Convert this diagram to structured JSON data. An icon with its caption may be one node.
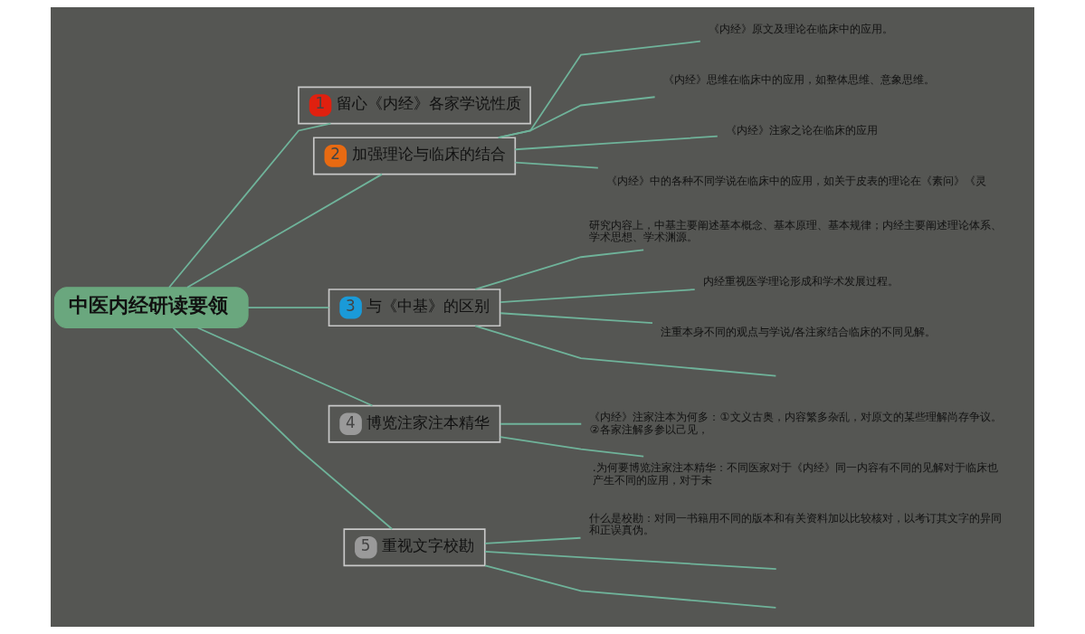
{
  "diagram": {
    "nodes": [
      {
        "text": [
          "中医内经研读要领"
        ]
      },
      {
        "text": [
          "1",
          "留心《内经》各家学说性质"
        ]
      },
      {
        "text": [
          "2",
          "加强理论与临床的结合"
        ]
      },
      {
        "text": [
          "《内经》原文及理论在临床中的应用。"
        ]
      },
      {
        "text": [
          "《内经》思维在临床中的应用，如整体思维、意象思维。"
        ]
      },
      {
        "text": [
          "《内经》注家之论在临床的应用"
        ]
      },
      {
        "text": [
          "《内经》中的各种不同学说在临床中的应用，如关于皮表的理论在《素问》《灵"
        ]
      },
      {
        "text": [
          "3",
          "与《中基》的区别"
        ]
      },
      {
        "text": [
          "研究内容上，中基主要阐述基本概念、基本原理、基本规律；内经主要阐述理论体系、学术思想、学术渊源。"
        ]
      },
      {
        "text": [
          "内经重视医学理论形成和学术发展过程。"
        ]
      },
      {
        "text": [
          "注重本身不同的观点与学说/各注家结合临床的不同见解。"
        ]
      },
      {
        "text": [
          "4",
          "博览注家注本精华"
        ]
      },
      {
        "text": [
          "《内经》注家注本为何多：①文义古奥，内容繁多杂乱，对原文的某些理解尚存争议。②各家注解多参以己见，"
        ]
      },
      {
        "text": [
          ".为何要博览注家注本精华：不同医家对于《内经》同一内容有不同的见解对于临床也产生不同的应用，对于未"
        ]
      },
      {
        "text": [
          "5",
          "重视文字校勘"
        ]
      },
      {
        "text": [
          "什么是校勘：对同一书籍用不同的版本和有关资料加以比较核对，以考订其文字的异同和正误真伪。"
        ]
      }
    ],
    "edges": [
      {
        "from": 0,
        "to": 1,
        "arrow": "none"
      },
      {
        "from": 0,
        "to": 2,
        "arrow": "none"
      },
      {
        "from": 2,
        "to": 3,
        "arrow": "none"
      },
      {
        "from": 2,
        "to": 4,
        "arrow": "none"
      },
      {
        "from": 2,
        "to": 5,
        "arrow": "none"
      },
      {
        "from": 2,
        "to": 6,
        "arrow": "none"
      },
      {
        "from": 0,
        "to": 7,
        "arrow": "none"
      },
      {
        "from": 7,
        "to": 8,
        "arrow": "none"
      },
      {
        "from": 7,
        "to": 9,
        "arrow": "none"
      },
      {
        "from": 7,
        "to": 10,
        "arrow": "none"
      },
      {
        "from": 7,
        "to": null,
        "arrow": "none"
      },
      {
        "from": 0,
        "to": 11,
        "arrow": "none"
      },
      {
        "from": 11,
        "to": 12,
        "arrow": "none"
      },
      {
        "from": 11,
        "to": 13,
        "arrow": "none"
      },
      {
        "from": 0,
        "to": 14,
        "arrow": "none"
      },
      {
        "from": 14,
        "to": 15,
        "arrow": "none"
      },
      {
        "from": 14,
        "to": null,
        "arrow": "none"
      },
      {
        "from": 14,
        "to": null,
        "arrow": "none"
      }
    ]
  }
}
